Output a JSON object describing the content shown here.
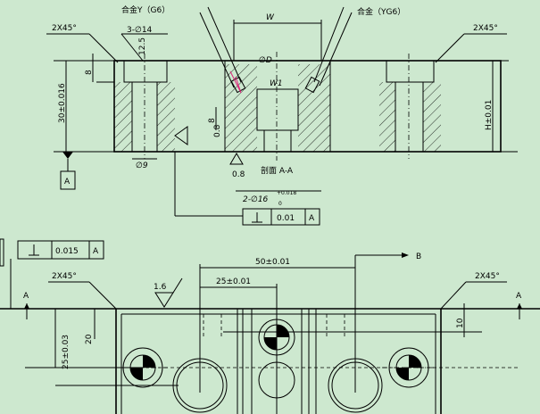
{
  "top_view": {
    "label_alloy_y": "合金Y（G6）",
    "label_alloy_yg": "合金（YG6）",
    "chamfer_left": "2X45°",
    "chamfer_right": "2X45°",
    "holes_label": "3-∅14",
    "depth_12_5": "12.5",
    "dim_8_left": "8",
    "dim_30": "30±0.016",
    "dim_W": "W",
    "dim_D": "∅D",
    "dim_W1": "W1",
    "dim_8_mid": "8",
    "dim_0_8_mid": "0.8",
    "dim_H": "H±0.01",
    "phi9": "∅9",
    "rough_0_8": "0.8",
    "section_label": "剖面  A-A",
    "datum_A": "A",
    "holes2_label": "2-∅16",
    "holes2_tol": "+0.018",
    "holes2_tol_low": "0",
    "perp_tol": "0.01",
    "perp_datum": "A"
  },
  "bottom_view": {
    "perp_tol": "0.015",
    "perp_datum": "A",
    "section_A_left": "A",
    "section_A_right": "A",
    "chamfer_left": "2X45°",
    "chamfer_right": "2X45°",
    "roughness": "1.6",
    "dim_50": "50±0.01",
    "dim_25": "25±0.01",
    "arrow_B": "B",
    "dim_20": "20",
    "dim_25_03": "25±0.03",
    "dim_10": "10"
  }
}
